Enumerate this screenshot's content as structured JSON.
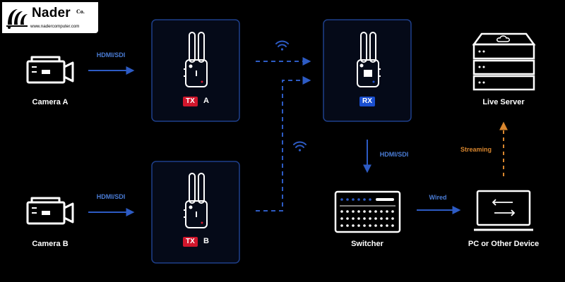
{
  "logo": {
    "name": "Nader",
    "suffix": "Co.",
    "url": "www.nadercomputer.com"
  },
  "nodes": {
    "camera_a": {
      "label": "Camera A"
    },
    "camera_b": {
      "label": "Camera B"
    },
    "tx_a": {
      "badge": "TX",
      "suffix": "A"
    },
    "tx_b": {
      "badge": "TX",
      "suffix": "B"
    },
    "rx": {
      "badge": "RX"
    },
    "live_server": {
      "label": "Live Server"
    },
    "switcher": {
      "label": "Switcher"
    },
    "pc": {
      "label": "PC or Other Device"
    }
  },
  "connections": {
    "camera_a_to_tx_a": "HDMI/SDI",
    "camera_b_to_tx_b": "HDMI/SDI",
    "rx_to_switcher": "HDMI/SDI",
    "switcher_to_pc": "Wired",
    "pc_to_server": "Streaming"
  },
  "colors": {
    "background": "#000000",
    "box_border": "#1e3f8a",
    "wired_line": "#2d5bc4",
    "streaming_line": "#d8862e",
    "badge_tx": "#d1162c",
    "badge_rx": "#1a4fd0",
    "text": "#ffffff"
  }
}
